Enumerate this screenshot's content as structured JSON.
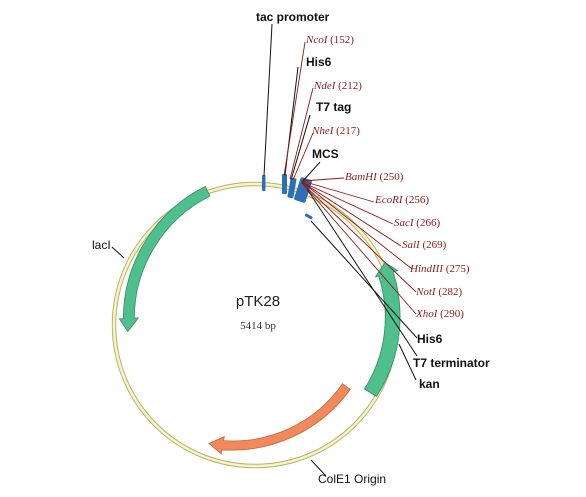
{
  "plasmid": {
    "name": "pTK28",
    "size_label": "5414 bp",
    "backbone_color": "#f3f0b8",
    "backbone_stroke": "#b8b26a"
  },
  "features": {
    "tac_promoter": {
      "label": "tac promoter",
      "color": "#2e6fb5"
    },
    "his6_top": {
      "label": "His6",
      "color": "#2e6fb5"
    },
    "t7_tag": {
      "label": "T7 tag",
      "color": "#2e6fb5"
    },
    "mcs": {
      "label": "MCS",
      "color": "#2e6fb5"
    },
    "his6_bottom": {
      "label": "His6",
      "color": "#2e6fb5"
    },
    "t7_terminator": {
      "label": "T7 terminator",
      "color": "#2e6fb5"
    },
    "kan": {
      "label": "kan",
      "color": "#4fc08d"
    },
    "laci": {
      "label": "lacI",
      "color": "#4fc08d"
    },
    "cole1": {
      "label": "ColE1 Origin",
      "color": "#f08a5d"
    }
  },
  "sites": {
    "nco": {
      "name": "NcoI",
      "pos": "(152)"
    },
    "nde": {
      "name": "NdeI",
      "pos": "(212)"
    },
    "nhe": {
      "name": "NheI",
      "pos": "(217)"
    },
    "bam": {
      "name": "BamHI",
      "pos": "(250)"
    },
    "eco": {
      "name": "EcoRI",
      "pos": "(256)"
    },
    "sac": {
      "name": "SacI",
      "pos": "(266)"
    },
    "sal": {
      "name": "SalI",
      "pos": "(269)"
    },
    "hind": {
      "name": "HindIII",
      "pos": "(275)"
    },
    "not": {
      "name": "NotI",
      "pos": "(282)"
    },
    "xho": {
      "name": "XhoI",
      "pos": "(290)"
    }
  },
  "colors": {
    "site_line": "#8a1a1a",
    "leader_line": "#111111"
  }
}
